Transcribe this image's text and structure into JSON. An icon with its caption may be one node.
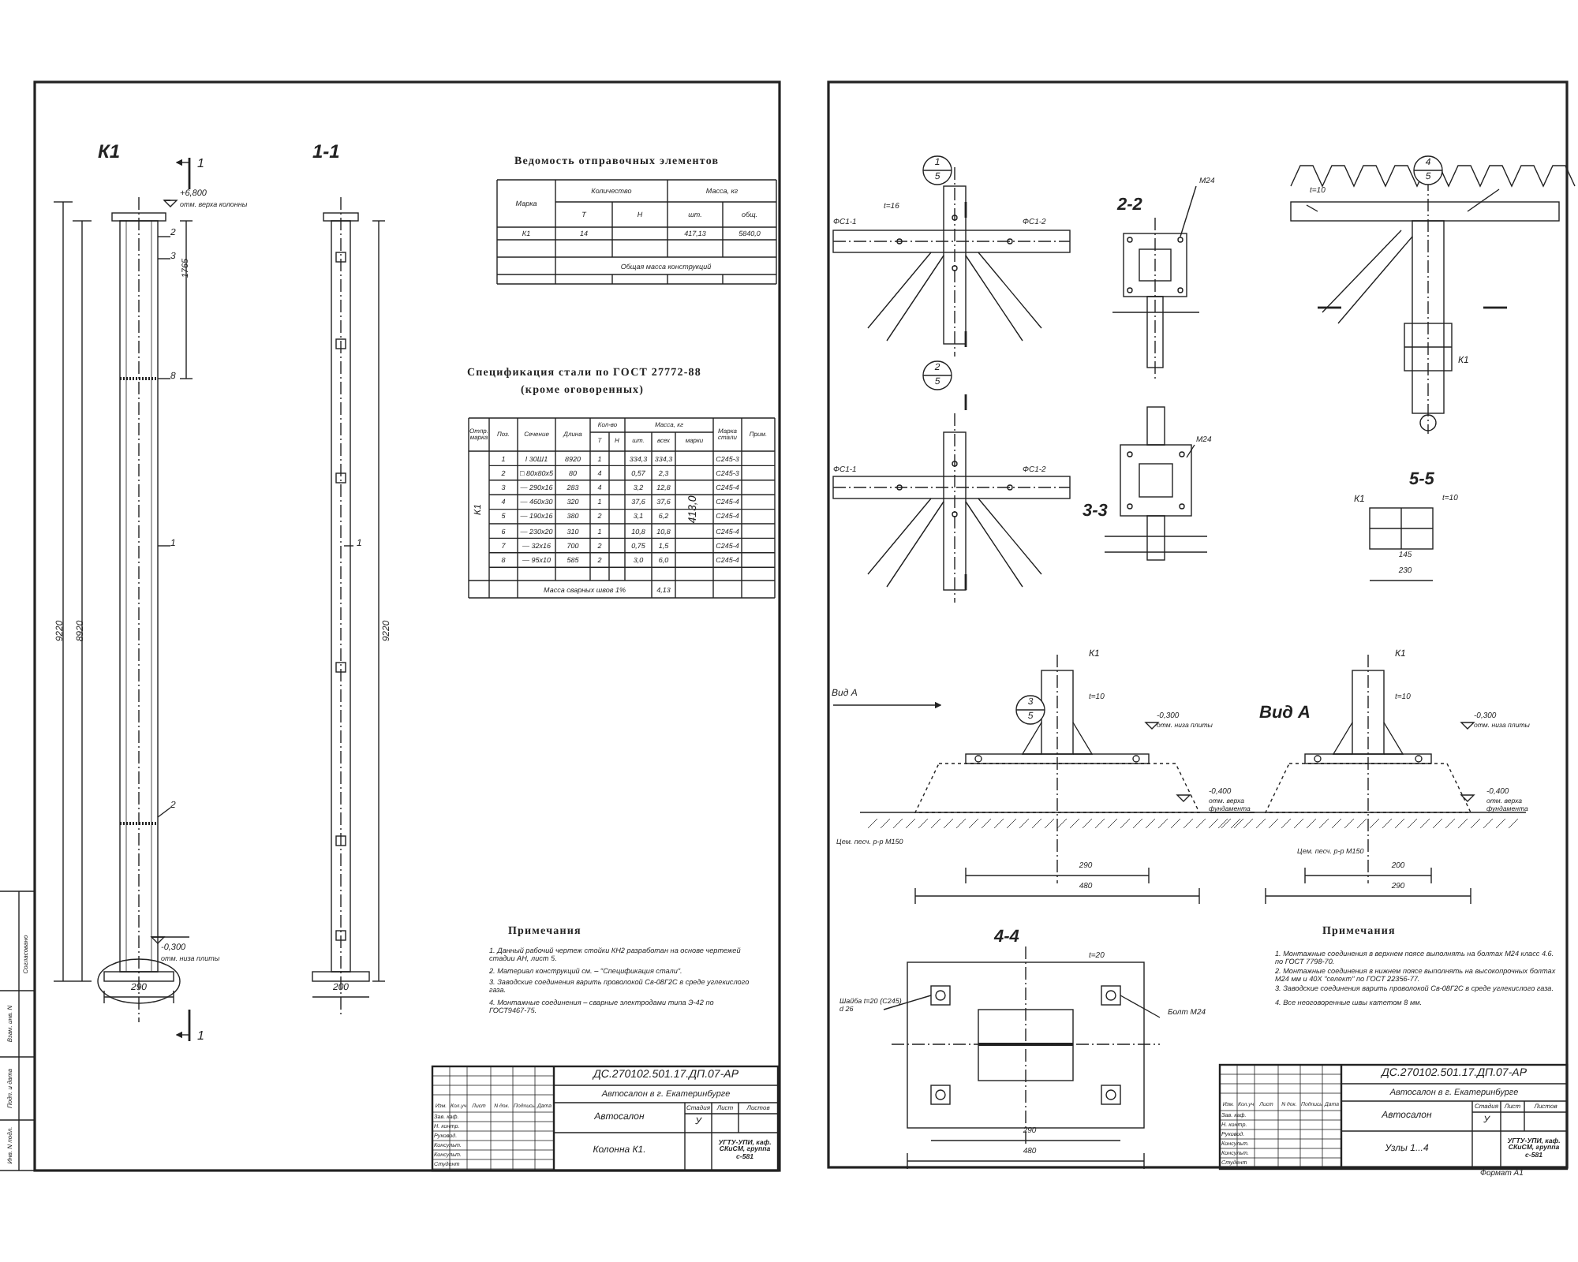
{
  "diagram": {
    "labels": [
      "К1",
      "1-1",
      "1",
      "+6,800",
      "отм. верха колонны",
      "1765",
      "9220",
      "8920",
      "2",
      "3",
      "8",
      "1",
      "2",
      "1",
      "-0,300",
      "отм. низа плиты",
      "290",
      "200",
      "1",
      "9220",
      "Ведомость отправочных элементов",
      "Марка",
      "Количество",
      "Масса, кг",
      "Т",
      "Н",
      "шт.",
      "общ.",
      "К1",
      "14",
      "417,13",
      "5840,0",
      "Общая масса конструкций",
      "Спецификация стали по ГОСТ 27772-88",
      "(кроме оговоренных)",
      "Отпр. марка",
      "Поз.",
      "Сечение",
      "Длина",
      "Кол-во",
      "Т",
      "Н",
      "Масса, кг",
      "шт.",
      "всех",
      "марки",
      "Марка стали",
      "Прим.",
      "К1",
      "1",
      "I 30Ш1",
      "8920",
      "1",
      "334,3",
      "334,3",
      "С245-3",
      "2",
      "□ 80х80х5",
      "80",
      "4",
      "0,57",
      "2,3",
      "С245-3",
      "3",
      "— 290х16",
      "283",
      "4",
      "3,2",
      "12,8",
      "С245-4",
      "4",
      "— 460х30",
      "320",
      "1",
      "37,6",
      "37,6",
      "С245-4",
      "5",
      "— 190х16",
      "380",
      "2",
      "3,1",
      "6,2",
      "С245-4",
      "6",
      "— 230х20",
      "310",
      "1",
      "10,8",
      "10,8",
      "С245-4",
      "7",
      "— 32х16",
      "700",
      "2",
      "0,75",
      "1,5",
      "С245-4",
      "8",
      "— 95х10",
      "585",
      "2",
      "3,0",
      "6,0",
      "С245-4",
      "413,0",
      "Масса сварных швов 1%",
      "4,13",
      "Примечания",
      "1. Данный рабочий чертеж стойки КН2 разработан на основе чертежей стадии АН, лист 5.",
      "2. Материал конструкций см. – \"Спецификация стали\".",
      "3. Заводские соединения варить проволокой Св-08Г2С в среде углекислого газа.",
      "4. Монтажные соединения – сварные электродами типа Э-42 по ГОСТ9467-75.",
      "ДС.270102.501.17.ДП.07-АР",
      "Автосалон в г. Екатеринбурге",
      "Автосалон",
      "Стадия",
      "Лист",
      "Листов",
      "У",
      "Колонна К1.",
      "УГТУ-УПИ, каф. СКиСМ, группа с-581",
      "Изм.",
      "Кол.уч",
      "Лист",
      "N док.",
      "Подпись",
      "Дата",
      "Зав. каф.",
      "Н. контр.",
      "Руковод.",
      "Консульт.",
      "Консульт.",
      "Студент",
      "Инв. N подл.",
      "Подп. и дата",
      "Взам. инв. N",
      "Согласовано",
      "1",
      "5",
      "2",
      "5",
      "4",
      "5",
      "3",
      "5",
      "2-2",
      "3-3",
      "5-5",
      "4-4",
      "Вид А",
      "ФС1-1",
      "ФС1-2",
      "t=16",
      "М24",
      "ФС1-1",
      "ФС1-2",
      "t=10",
      "М24",
      "К1",
      "К1",
      "t=10",
      "145",
      "230",
      "Вид А",
      "К1",
      "К1",
      "t=10",
      "t=10",
      "-0,300",
      "отм. низа плиты",
      "-0,300",
      "отм. низа плиты",
      "-0,400",
      "отм. верха фундамента",
      "-0,400",
      "отм. верха фундамента",
      "Цем. песч. р-р М150",
      "Цем. песч. р-р М150",
      "290",
      "480",
      "200",
      "290",
      "t=20",
      "Болт М24",
      "Шайба t=20 (С245) d 26",
      "290",
      "480",
      "Примечания",
      "1. Монтажные соединения в верхнем поясе выполнять на болтах М24 класс 4.6. по ГОСТ 7798-70.",
      "2. Монтажные соединения в нижнем поясе выполнять на высокопрочных болтах М24 мм и 40Х \"селект\" по ГОСТ 22356-77.",
      "3. Заводские соединения варить проволокой Св-08Г2С в среде углекислого газа.",
      "4. Все неоговоренные швы катетом 8 мм.",
      "ДС.270102.501.17.ДП.07-АР",
      "Автосалон в г. Екатеринбурге",
      "Автосалон",
      "Стадия",
      "Лист",
      "Листов",
      "У",
      "Узлы 1...4",
      "УГТУ-УПИ, каф. СКиСМ, группа с-581",
      "Изм.",
      "Кол.уч",
      "Лист",
      "N док.",
      "Подпись",
      "Дата",
      "Зав. каф.",
      "Н. контр.",
      "Руковод.",
      "Консульт.",
      "Консульт.",
      "Студент",
      "Формат А1"
    ]
  }
}
